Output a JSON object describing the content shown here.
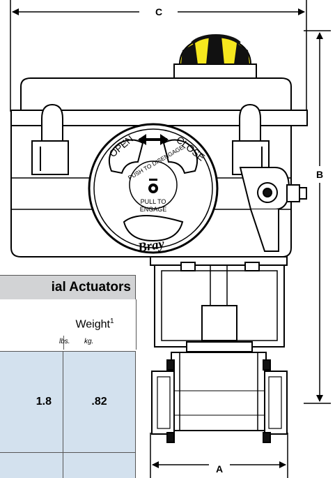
{
  "dimensions": {
    "a": "A",
    "b": "B",
    "c": "C"
  },
  "handwheel": {
    "open": "OPEN",
    "close": "CLOSE",
    "disengage": "PUSH TO DISENGAGE",
    "pull1": "PULL TO",
    "pull2": "ENGAGE",
    "brand": "Bray"
  },
  "table": {
    "title": "ial Actuators",
    "weight_label": "Weight",
    "weight_footnote": "1",
    "units": {
      "lbs": "lbs.",
      "kg": "kg."
    },
    "rows": [
      {
        "lbs": "1.8",
        "kg": ".82"
      },
      {
        "lbs": "",
        "kg": ""
      }
    ]
  },
  "colors": {
    "indicator_yellow": "#f6e71e",
    "indicator_black": "#111111",
    "table_header": "#d2d3d5",
    "table_row": "#d3e1ee"
  }
}
